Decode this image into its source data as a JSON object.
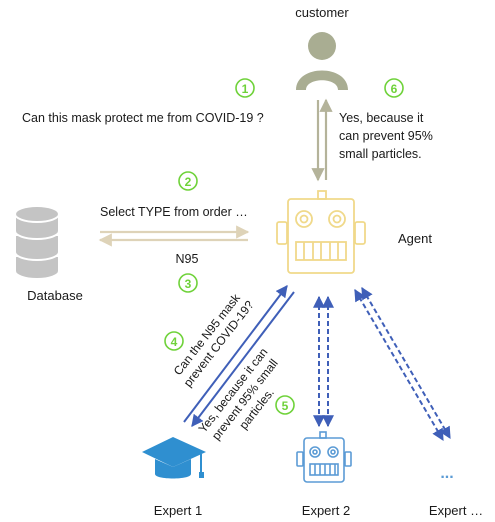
{
  "actors": {
    "customer": "customer",
    "agent": "Agent",
    "database": "Database",
    "expert1": "Expert 1",
    "expert2": "Expert 2",
    "expert_more": "Expert …",
    "ellipsis": "..."
  },
  "steps": [
    "1",
    "2",
    "3",
    "4",
    "5",
    "6"
  ],
  "messages": {
    "question": "Can this mask protect me from COVID-19 ?",
    "answer_customer": [
      "Yes, because it",
      "can prevent 95%",
      "small particles."
    ],
    "sql": "Select TYPE from order …",
    "db_result": "N95",
    "ask_expert": [
      "Can the N95 mask",
      "prevent COVID-19?"
    ],
    "expert_answer": [
      "Yes, because it can",
      "prevent 95% small",
      "particles."
    ]
  },
  "colors": {
    "customer_icon": "#a9ad92",
    "agent_line": "#f0d98a",
    "customer_arrow": "#b4b39a",
    "db_arrow": "#ded3b8",
    "expert_blue": "#3f5fb8",
    "expert2_blue": "#5b9bd5",
    "step_green": "#6fd23a",
    "db_gray": "#c4c4c4"
  }
}
